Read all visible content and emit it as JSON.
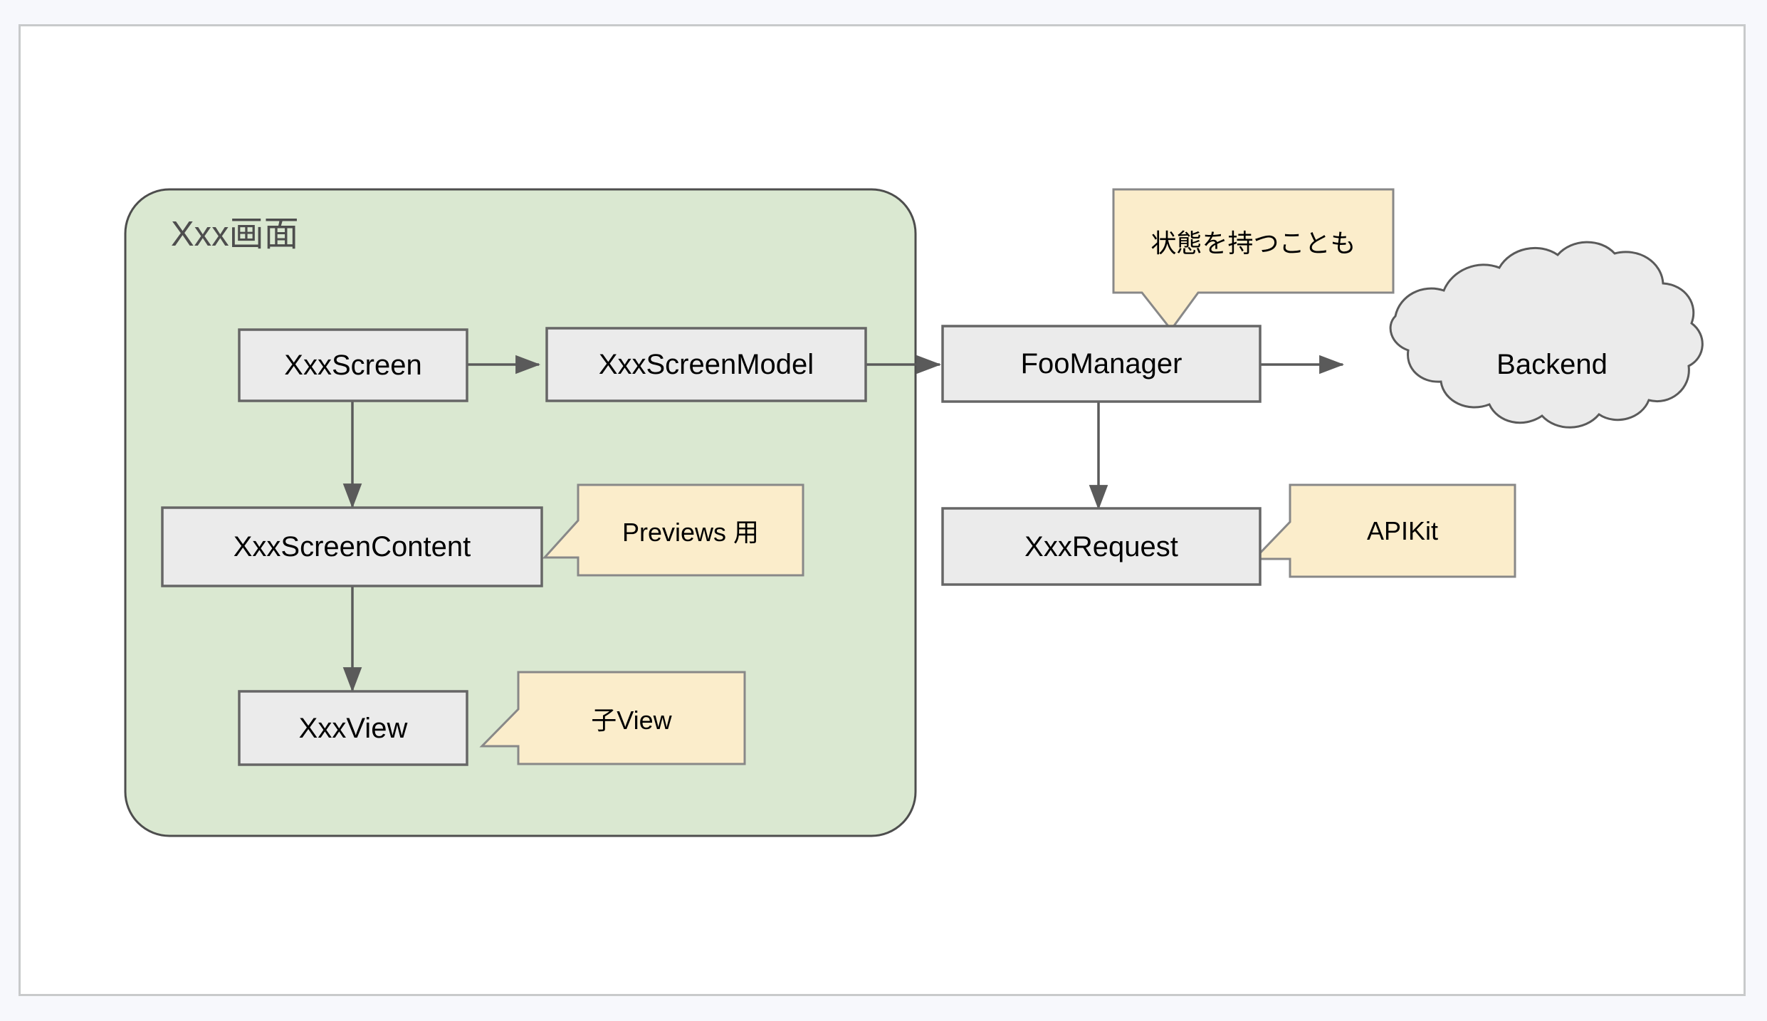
{
  "canvas": {
    "background": "#ffffff",
    "page_background": "#f7f8fc",
    "border_color": "#c8cacb"
  },
  "palette": {
    "group_fill": "#dae8d1",
    "group_stroke": "#4d4d4d",
    "node_fill": "#ebebeb",
    "node_stroke": "#666666",
    "callout_fill": "#fbedcb",
    "callout_stroke": "#888888",
    "edge_color": "#5a5a5a",
    "text_color": "#000000",
    "title_color": "#4d4d4d"
  },
  "group": {
    "title": "Xxx画面"
  },
  "nodes": [
    {
      "id": "xxx-screen",
      "label": "XxxScreen"
    },
    {
      "id": "xxx-screen-model",
      "label": "XxxScreenModel"
    },
    {
      "id": "foo-manager",
      "label": "FooManager"
    },
    {
      "id": "xxx-screen-content",
      "label": "XxxScreenContent"
    },
    {
      "id": "xxx-view",
      "label": "XxxView"
    },
    {
      "id": "xxx-request",
      "label": "XxxRequest"
    }
  ],
  "cloud": {
    "label": "Backend"
  },
  "callouts": [
    {
      "id": "state-note",
      "label": "状態を持つことも",
      "points_to": "foo-manager"
    },
    {
      "id": "previews-note",
      "label": "Previews 用",
      "points_to": "xxx-screen-content"
    },
    {
      "id": "child-view-note",
      "label": "子View",
      "points_to": "xxx-view"
    },
    {
      "id": "apikit-note",
      "label": "APIKit",
      "points_to": "xxx-request"
    }
  ],
  "edges": [
    {
      "from": "xxx-screen",
      "to": "xxx-screen-model",
      "direction": "right"
    },
    {
      "from": "xxx-screen-model",
      "to": "foo-manager",
      "direction": "right"
    },
    {
      "from": "foo-manager",
      "to": "backend",
      "direction": "right"
    },
    {
      "from": "xxx-screen",
      "to": "xxx-screen-content",
      "direction": "down"
    },
    {
      "from": "xxx-screen-content",
      "to": "xxx-view",
      "direction": "down"
    },
    {
      "from": "foo-manager",
      "to": "xxx-request",
      "direction": "down"
    }
  ]
}
